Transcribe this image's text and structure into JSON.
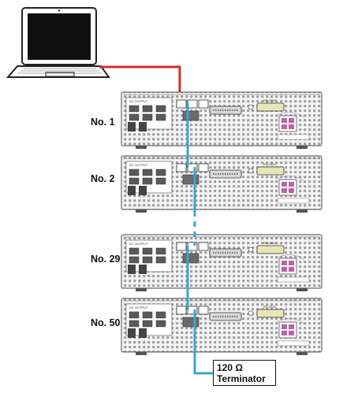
{
  "units": [
    {
      "label": "No. 1",
      "panel_text": "DC OUTPUT",
      "port_text": "RS-232C"
    },
    {
      "label": "No. 2",
      "panel_text": "DC OUTPUT",
      "port_text": "RS-232C"
    },
    {
      "label": "No. 29",
      "panel_text": "DC OUTPUT",
      "port_text": "RS-232C"
    },
    {
      "label": "No. 50",
      "panel_text": "DC OUTPUT",
      "port_text": "RS-232C"
    }
  ],
  "terminator": {
    "line1": "120 Ω",
    "line2": "Terminator"
  },
  "colors": {
    "pc_cable": "#d42a2a",
    "bus_cable": "#3aa6d6",
    "chassis_edge": "#6a6a6a",
    "terminal_accent": "#c060a8"
  },
  "icons": [
    "laptop-icon",
    "terminator-box"
  ]
}
